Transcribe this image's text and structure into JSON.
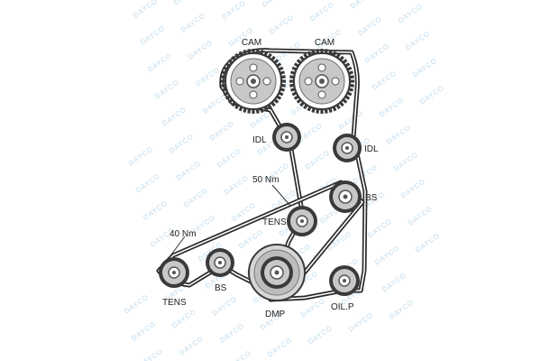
{
  "watermark": {
    "text": "DAYCO",
    "color": "#d3e6f3"
  },
  "colors": {
    "belt": "#2a2a2a",
    "pulley_rim": "#3a3a3a",
    "pulley_fill": "#c8c8c8",
    "hub": "#8a8a8a",
    "text": "#222222"
  },
  "components": {
    "cam_left": {
      "label": "CAM",
      "icon": "camshaft-gear-icon"
    },
    "cam_right": {
      "label": "CAM",
      "icon": "camshaft-gear-icon"
    },
    "idl_left": {
      "label": "IDL",
      "icon": "idler-pulley-icon"
    },
    "idl_right": {
      "label": "IDL",
      "icon": "idler-pulley-icon"
    },
    "tens_main": {
      "label": "TENS",
      "icon": "tensioner-pulley-icon"
    },
    "bs_right": {
      "label": "BS",
      "icon": "balance-shaft-pulley-icon"
    },
    "bs_left": {
      "label": "BS",
      "icon": "balance-shaft-pulley-icon"
    },
    "tens_aux": {
      "label": "TENS",
      "icon": "tensioner-pulley-icon"
    },
    "dmp": {
      "label": "DMP",
      "icon": "crankshaft-damper-icon"
    },
    "oil_pump": {
      "label": "OIL.P",
      "icon": "oil-pump-pulley-icon"
    }
  },
  "torques": {
    "main_tensioner": "50 Nm",
    "aux_tensioner": "40 Nm"
  }
}
